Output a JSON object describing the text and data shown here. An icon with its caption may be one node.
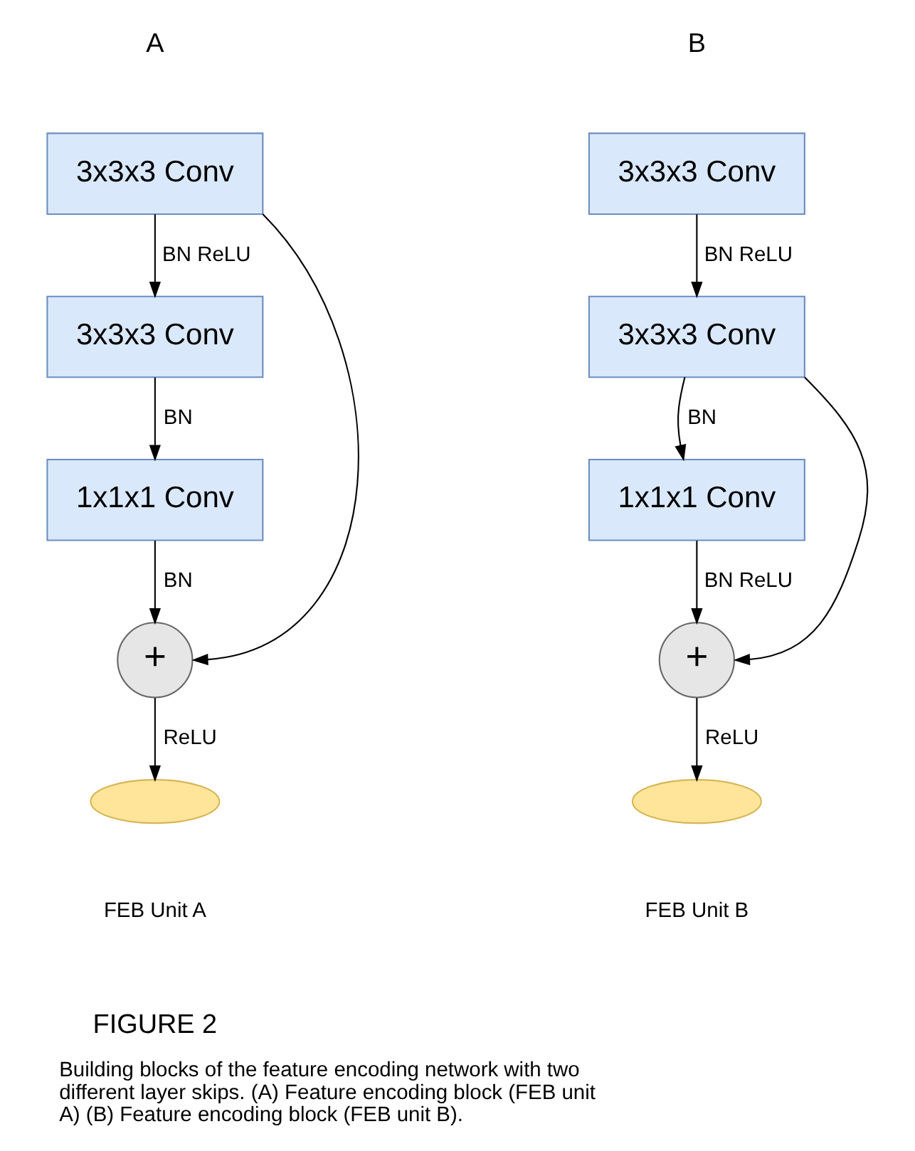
{
  "diagram": {
    "caption": "Building blocks of the feature encoding network with two different layer skips. (A) Feature encoding block (FEB unit A) (B) Feature encoding block (FEB unit B).",
    "nodes": [
      {
        "text": [
          "3x3x3 Conv"
        ]
      },
      {
        "text": [
          "3x3x3 Conv"
        ]
      },
      {
        "text": [
          "1x1x1 Conv"
        ]
      },
      {
        "text": [
          "+"
        ]
      },
      {
        "text": [],
        "shape": "ellipse",
        "beside": [
          "FEB Unit A"
        ]
      },
      {
        "text": [
          "3x3x3 Conv"
        ]
      },
      {
        "text": [
          "3x3x3 Conv"
        ]
      },
      {
        "text": [
          "1x1x1 Conv"
        ]
      },
      {
        "text": [
          "+"
        ]
      },
      {
        "text": [],
        "shape": "ellipse",
        "beside": [
          "FEB Unit B"
        ]
      }
    ],
    "edges": [
      {
        "from": 0,
        "to": 1,
        "arrow": "to",
        "label": "BN ReLU"
      },
      {
        "from": 1,
        "to": 2,
        "arrow": "to",
        "label": "BN"
      },
      {
        "from": 2,
        "to": 3,
        "arrow": "to",
        "label": "BN"
      },
      {
        "from": 0,
        "to": 3,
        "arrow": "to"
      },
      {
        "from": 3,
        "to": 4,
        "arrow": "to",
        "label": "ReLU"
      },
      {
        "from": 5,
        "to": 6,
        "arrow": "to",
        "label": "BN ReLU"
      },
      {
        "from": 6,
        "to": 7,
        "arrow": "to",
        "label": "BN"
      },
      {
        "from": 7,
        "to": 8,
        "arrow": "to",
        "label": "BN ReLU"
      },
      {
        "from": 6,
        "to": 8,
        "arrow": "to"
      },
      {
        "from": 8,
        "to": 9,
        "arrow": "to",
        "label": "ReLU"
      }
    ],
    "labels": [
      "A",
      "B",
      "FIGURE 2"
    ]
  }
}
